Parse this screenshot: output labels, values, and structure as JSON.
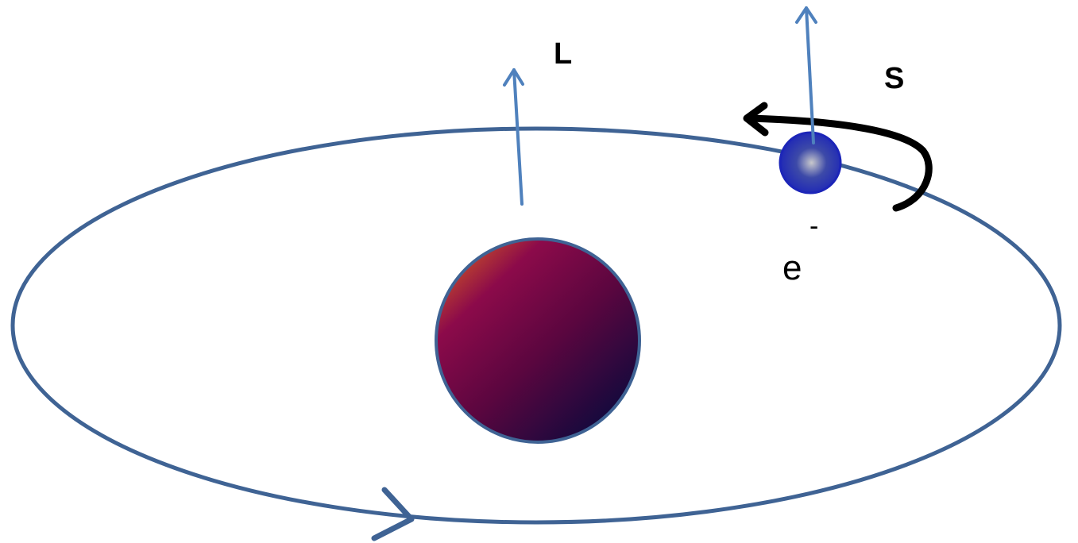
{
  "diagram": {
    "labels": {
      "orbital_angular_momentum": "L",
      "spin_angular_momentum": "S",
      "electron_symbol": "e",
      "electron_charge": "-"
    },
    "colors": {
      "orbit": "#3f6394",
      "vector_arrow": "#4f81bd",
      "spin_arrow": "#000000",
      "nucleus_light": "#d05a22",
      "nucleus_mid": "#8c0a4a",
      "nucleus_dark": "#050a3c",
      "nucleus_outline": "#3f6394",
      "electron_core": "#c8c8cc",
      "electron_edge": "#1c25b8"
    },
    "icons": {
      "orbit_direction": "chevron-arrow-icon",
      "spin_rotation": "curved-arrow-icon"
    }
  }
}
